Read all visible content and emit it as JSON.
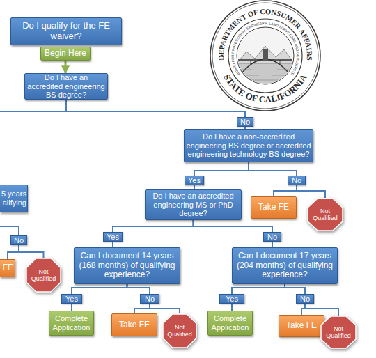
{
  "diagram": {
    "nodes": [
      {
        "text": [
          "Do I qualify for the FE waiver?"
        ]
      },
      {
        "text": [
          "Begin Here"
        ]
      },
      {
        "text": [
          "Do I have an accredited engineering BS degree?"
        ]
      },
      {
        "text": [
          "No"
        ]
      },
      {
        "text": [
          "Do I have a non-accredited engineering BS degree or accredited engineering technology BS degree?"
        ]
      },
      {
        "text": [
          "Yes"
        ]
      },
      {
        "text": [
          "No"
        ]
      },
      {
        "text": [
          "5 years alifying"
        ]
      },
      {
        "text": [
          "Do I have an accredited engineering MS or PhD degree?"
        ]
      },
      {
        "text": [
          "Take FE"
        ]
      },
      {
        "text": [
          "Not Qualified"
        ]
      },
      {
        "text": [
          "No"
        ]
      },
      {
        "text": [
          "Yes"
        ]
      },
      {
        "text": [
          "No"
        ]
      },
      {
        "text": [
          "Can I document 14 years (168 months) of qualifying experience?"
        ]
      },
      {
        "text": [
          "Can I document 17 years (204 months) of qualifying experience?"
        ]
      },
      {
        "text": [
          "FE"
        ]
      },
      {
        "text": [
          "Not Qualified"
        ]
      },
      {
        "text": [
          "Yes"
        ]
      },
      {
        "text": [
          "No"
        ]
      },
      {
        "text": [
          "Yes"
        ]
      },
      {
        "text": [
          "No"
        ]
      },
      {
        "text": [
          "Complete Application"
        ]
      },
      {
        "text": [
          "Take FE"
        ]
      },
      {
        "text": [
          "Not Qualified"
        ]
      },
      {
        "text": [
          "Complete Application"
        ]
      },
      {
        "text": [
          "Take FE"
        ]
      },
      {
        "text": [
          "Not Qualified"
        ]
      }
    ],
    "edges": [
      {
        "from": 1,
        "to": 2,
        "arrow": "to"
      },
      {
        "from": 2,
        "to": 3,
        "arrow": "none"
      },
      {
        "from": 3,
        "to": 4,
        "arrow": "none"
      },
      {
        "from": 4,
        "to": 5,
        "arrow": "none"
      },
      {
        "from": 4,
        "to": 6,
        "arrow": "none"
      },
      {
        "from": 5,
        "to": 8,
        "arrow": "none"
      },
      {
        "from": 6,
        "to": 9,
        "arrow": "none"
      },
      {
        "from": 6,
        "to": 10,
        "arrow": "none"
      },
      {
        "from": 8,
        "to": 12,
        "arrow": "none"
      },
      {
        "from": 8,
        "to": 13,
        "arrow": "none"
      },
      {
        "from": 11,
        "to": 16,
        "arrow": "none"
      },
      {
        "from": 11,
        "to": 17,
        "arrow": "none"
      },
      {
        "from": 12,
        "to": 14,
        "arrow": "none"
      },
      {
        "from": 13,
        "to": 15,
        "arrow": "none"
      },
      {
        "from": 14,
        "to": 18,
        "arrow": "none"
      },
      {
        "from": 14,
        "to": 19,
        "arrow": "none"
      },
      {
        "from": 15,
        "to": 20,
        "arrow": "none"
      },
      {
        "from": 15,
        "to": 21,
        "arrow": "none"
      },
      {
        "from": 18,
        "to": 22,
        "arrow": "none"
      },
      {
        "from": 19,
        "to": 23,
        "arrow": "none"
      },
      {
        "from": 19,
        "to": 24,
        "arrow": "none"
      },
      {
        "from": 20,
        "to": 25,
        "arrow": "none"
      },
      {
        "from": 21,
        "to": 26,
        "arrow": "none"
      },
      {
        "from": 21,
        "to": 27,
        "arrow": "none"
      }
    ],
    "labels": [
      "DEPARTMENT OF CONSUMER AFFAIRS",
      "BOARD FOR PROFESSIONAL ENGINEERS, LAND SURVEYORS, AND GEOLOGISTS",
      "STATE OF CALIFORNIA"
    ]
  }
}
